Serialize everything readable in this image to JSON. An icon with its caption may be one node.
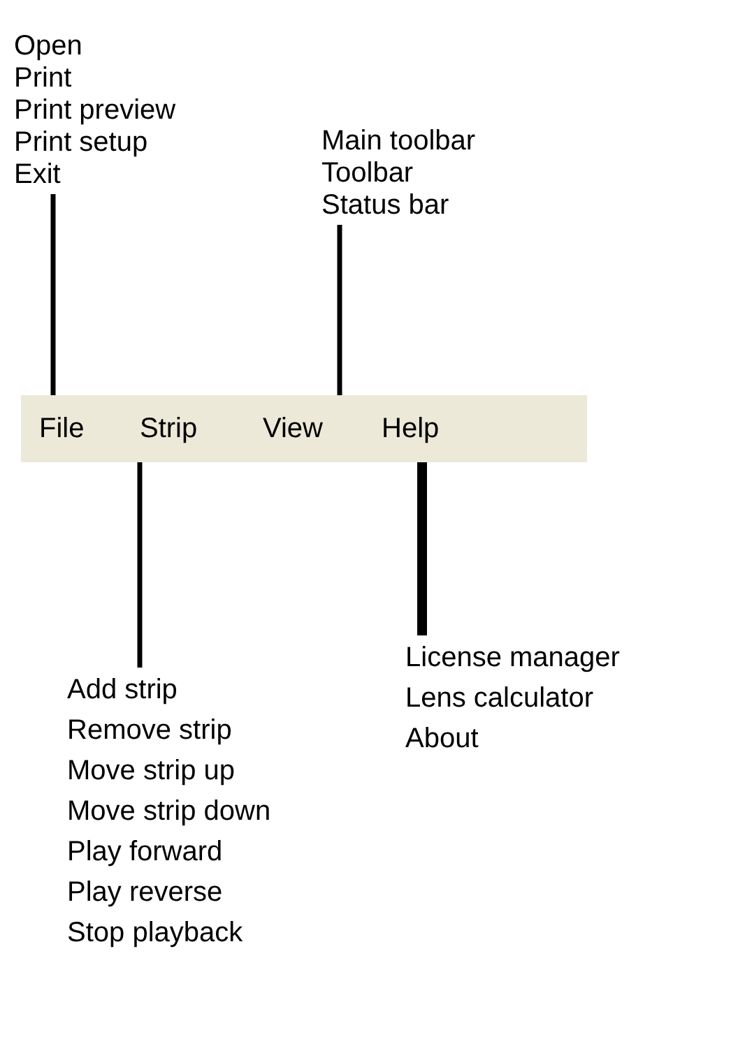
{
  "diagram": {
    "nodes": [
      {
        "text": [],
        "shape": "bar"
      },
      {
        "text": [
          "File"
        ],
        "in": 0
      },
      {
        "text": [
          "Strip"
        ],
        "in": 0
      },
      {
        "text": [
          "View"
        ],
        "in": 0
      },
      {
        "text": [
          "Help"
        ],
        "in": 0
      },
      {
        "text": [
          "Open",
          "Print",
          "Print preview",
          "Print setup",
          "Exit"
        ]
      },
      {
        "text": [
          "Main toolbar",
          "Toolbar",
          "Status bar"
        ]
      },
      {
        "text": [
          "Add strip",
          "Remove strip",
          "Move strip up",
          "Move strip down",
          "Play forward",
          "Play reverse",
          "Stop playback"
        ]
      },
      {
        "text": [
          "License manager",
          "Lens calculator",
          "About"
        ]
      }
    ],
    "edges": [
      {
        "from": 5,
        "to": 1,
        "arrow": "none"
      },
      {
        "from": 6,
        "to": 3,
        "arrow": "none"
      },
      {
        "from": 2,
        "to": 7,
        "arrow": "none"
      },
      {
        "from": 4,
        "to": 8,
        "arrow": "none",
        "style": "thick"
      }
    ]
  }
}
